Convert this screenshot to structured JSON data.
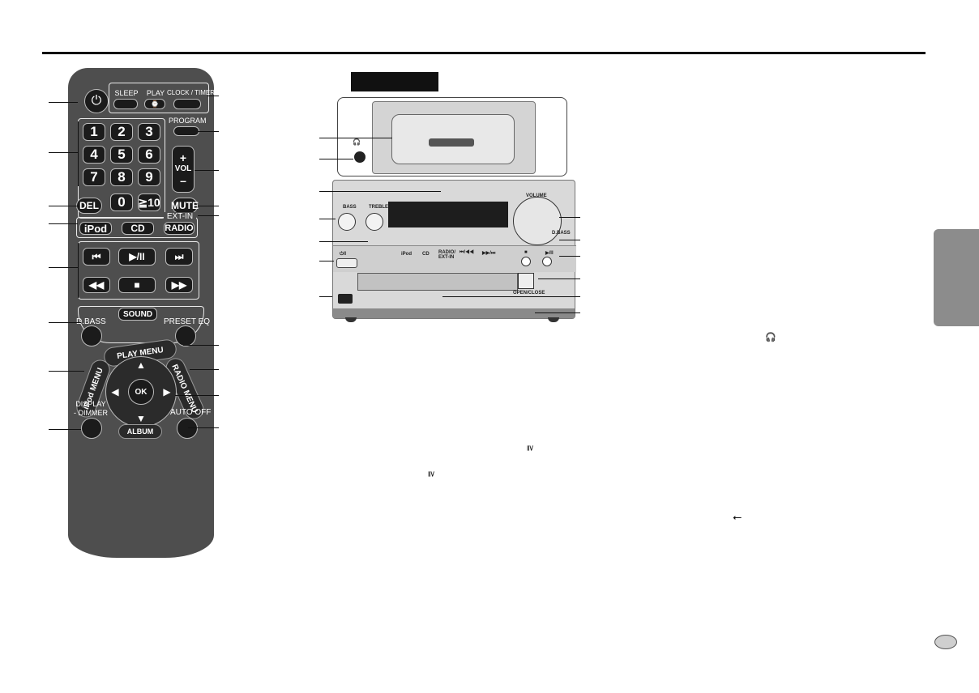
{
  "remote": {
    "top_buttons": {
      "sleep": "SLEEP",
      "play": "PLAY",
      "play_sub": "⌚",
      "clock_timer": "CLOCK / TIMER"
    },
    "program": "PROGRAM",
    "numbers": [
      "1",
      "2",
      "3",
      "4",
      "5",
      "6",
      "7",
      "8",
      "9",
      "0",
      "≧10"
    ],
    "vol": {
      "plus": "+",
      "label": "VOL",
      "minus": "–"
    },
    "del": "DEL",
    "mute": "MUTE",
    "ext_in": "EXT-IN",
    "sources": [
      "iPod",
      "CD",
      "RADIO"
    ],
    "transport": [
      "⏮",
      "▶/II",
      "⏭",
      "◀◀",
      "■",
      "▶▶"
    ],
    "d_bass": "D.BASS",
    "sound": "SOUND",
    "preset_eq": "PRESET EQ",
    "play_menu": "PLAY MENU",
    "ipod_menu": "iPod MENU",
    "radio_menu": "RADIO MENU",
    "ok": "OK",
    "arrows": {
      "up": "▲",
      "down": "▼",
      "left": "◀",
      "right": "▶"
    },
    "display_dimmer": "DISPLAY\n- DIMMER",
    "album": "ALBUM",
    "auto_off": "AUTO OFF"
  },
  "unit": {
    "bass": "BASS",
    "treble": "TREBLE",
    "volume": "VOLUME",
    "d_bass": "D.BASS",
    "ipod": "iPod",
    "cd": "CD",
    "radio_extin": "RADIO/\nEXT-IN",
    "prev": "⏮/◀◀",
    "next": "▶▶/⏭",
    "stop": "■",
    "play_pause": "▶/II",
    "open_close": "OPEN/CLOSE",
    "power": "⏻/I"
  },
  "glyphs": {
    "headphone": "🎧",
    "tilde_ge": "≧",
    "usb": "⭠"
  }
}
